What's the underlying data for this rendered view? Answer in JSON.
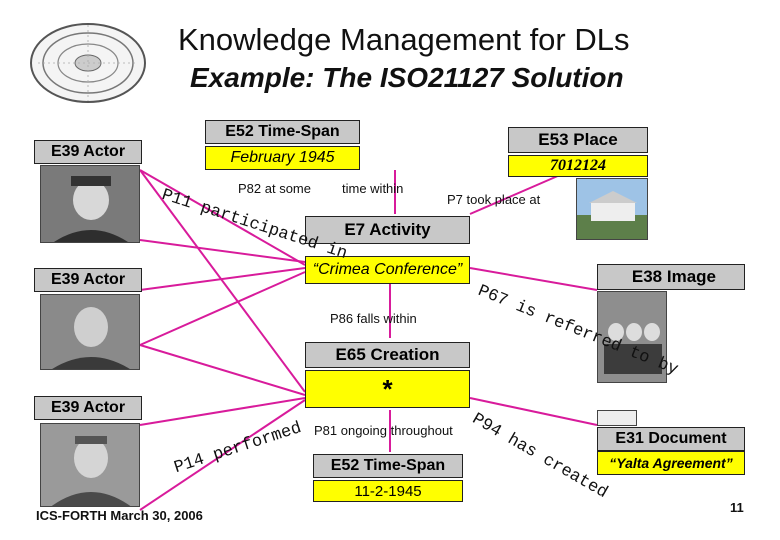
{
  "header": {
    "title": "Knowledge Management for DLs",
    "subtitle": "Example: The ISO21127 Solution"
  },
  "nodes": {
    "actor1": "E39 Actor",
    "actor2": "E39 Actor",
    "actor3": "E39 Actor",
    "timespan1_class": "E52 Time-Span",
    "timespan1_value": "February 1945",
    "place_class": "E53 Place",
    "place_value": "7012124",
    "activity_class": "E7 Activity",
    "activity_value": "“Crimea Conference”",
    "image_class": "E38 Image",
    "creation_class": "E65 Creation",
    "creation_value": "*",
    "timespan2_class": "E52 Time-Span",
    "timespan2_value": "11-2-1945",
    "document_class": "E31 Document",
    "document_value": "“Yalta Agreement”"
  },
  "edges": {
    "p82": "P82 at some",
    "time_within": "time within",
    "p7": "P7 took place at",
    "p11": "P11 participated in",
    "p86": "P86 falls within",
    "p67": "P67 is referred to by",
    "p14": "P14 performed",
    "p81": "P81 ongoing throughout",
    "p94": "P94 has created"
  },
  "footer": {
    "institution_date": "ICS-FORTH March 30, 2006",
    "page_number": "11"
  },
  "colors": {
    "class_box": "#c8c8c8",
    "value_box": "#ffff00",
    "link": "#d81b9b"
  },
  "icons": [
    "seal-logo",
    "actor-photo",
    "place-photo",
    "image-photo",
    "document-photo"
  ]
}
